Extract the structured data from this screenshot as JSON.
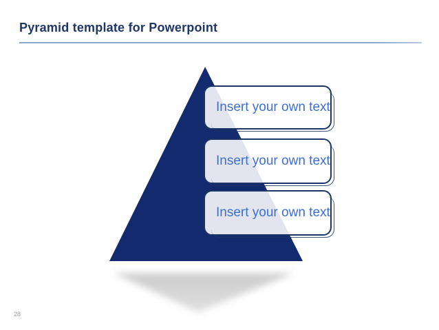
{
  "header": {
    "title": "Pyramid template for Powerpoint"
  },
  "pyramid": {
    "type": "pyramid-diagram",
    "levels": 3,
    "placeholders": [
      {
        "label": "Insert your own text"
      },
      {
        "label": "Insert your own text"
      },
      {
        "label": "Insert your own text"
      }
    ]
  },
  "footer": {
    "page_number": "28"
  },
  "colors": {
    "title_text": "#1e3668",
    "divider_blue": "#8ca6ce",
    "pyramid_navy": "#142a6e",
    "box_border_navy": "#1c3566",
    "box_overlay_tint": "#e7eaf0",
    "placeholder_text_blue": "#3d6fd3",
    "page_number_gray": "#9b9b9b",
    "shadow_gray": "#c9c9c9"
  }
}
